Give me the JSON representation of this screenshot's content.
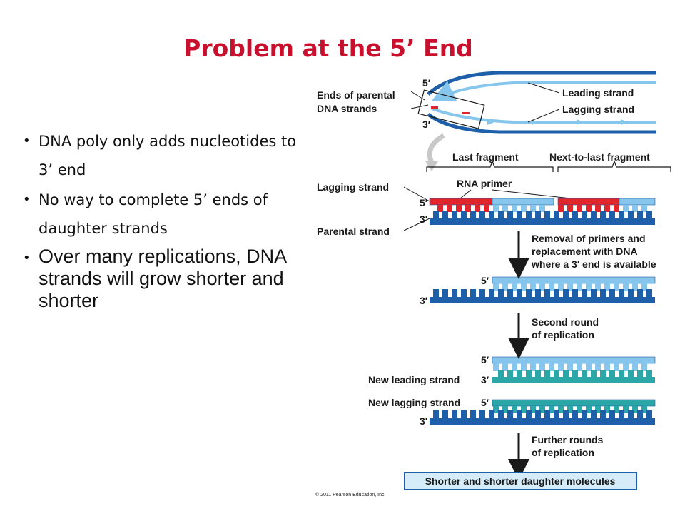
{
  "slide": {
    "title": "Problem at the 5’ End",
    "bullets": [
      {
        "text": "DNA poly only adds nucleotides to 3’ end"
      },
      {
        "text": "No way to complete 5’ ends of daughter strands"
      },
      {
        "text": "Over many replications, DNA strands will grow shorter and shorter"
      }
    ]
  },
  "diagram": {
    "labels": {
      "five_prime": "5′",
      "three_prime": "3′",
      "ends_of_parental_1": "Ends of parental",
      "ends_of_parental_2": "DNA strands",
      "leading_strand": "Leading strand",
      "lagging_strand_top": "Lagging strand",
      "last_fragment": "Last fragment",
      "next_to_last_fragment": "Next-to-last fragment",
      "rna_primer": "RNA primer",
      "lagging_strand": "Lagging strand",
      "parental_strand": "Parental strand",
      "step1_line1": "Removal of primers and",
      "step1_line2": "replacement with DNA",
      "step1_line3": "where a 3′ end is available",
      "step2_line1": "Second round",
      "step2_line2": "of replication",
      "new_leading_strand": "New leading strand",
      "new_lagging_strand": "New lagging strand",
      "step3_line1": "Further rounds",
      "step3_line2": "of replication",
      "result_box": "Shorter and shorter daughter molecules",
      "copyright": "© 2011 Pearson Education, Inc."
    },
    "colors": {
      "parental_dark": "#1d5fa8",
      "light_blue": "#86c6ec",
      "rna_primer_red": "#e0252b",
      "new_teal": "#2aa7a6",
      "title_red": "#c8102e",
      "result_box_fill": "#d6ecf8"
    }
  }
}
